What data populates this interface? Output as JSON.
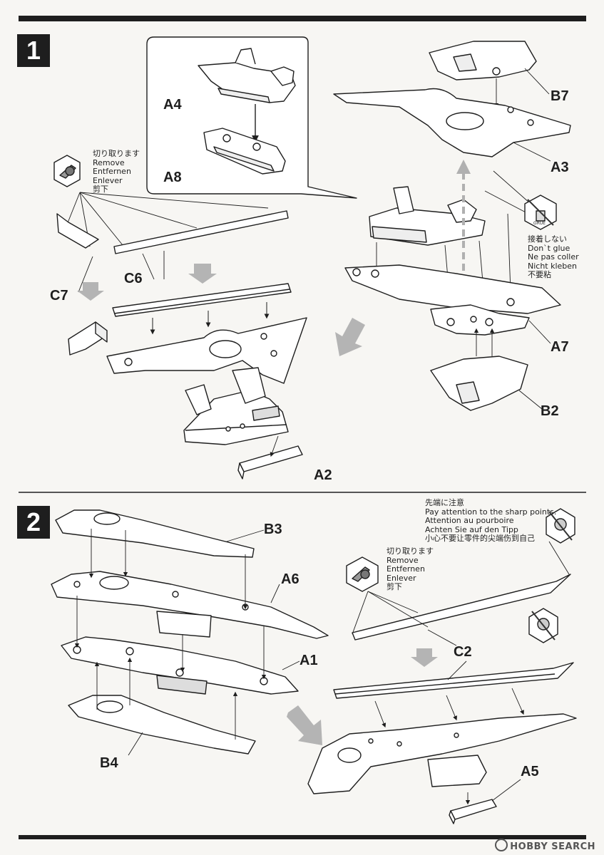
{
  "steps": [
    {
      "number": "1",
      "labels": {
        "a4": "A4",
        "a8": "A8",
        "b7": "B7",
        "a3": "A3",
        "a7": "A7",
        "b2": "B2",
        "a2": "A2",
        "c6": "C6",
        "c7": "C7"
      },
      "remove_note": [
        "切り取ります",
        "Remove",
        "Entfernen",
        "Enlever",
        "剪下"
      ],
      "noglue_note": [
        "接着しない",
        "Don`t glue",
        "Ne pas coller",
        "Nicht kleben",
        "不要粘"
      ],
      "noglue_icon_text": "GRUE"
    },
    {
      "number": "2",
      "labels": {
        "b3": "B3",
        "a6": "A6",
        "a1": "A1",
        "b4": "B4",
        "c2": "C2",
        "a5": "A5"
      },
      "remove_note": [
        "切り取ります",
        "Remove",
        "Entfernen",
        "Enlever",
        "剪下"
      ],
      "sharp_note": [
        "先端に注意",
        "Pay attention to the sharp points.",
        "Attention au pourboire",
        "Achten Sie auf den Tipp",
        "小心不要让零件的尖端伤到自己"
      ]
    }
  ],
  "watermark": "HOBBY SEARCH",
  "colors": {
    "ink": "#1e1e1e",
    "part_fill": "#ffffff",
    "arrow_gray": "#b4b4b4",
    "page": "#f7f6f3"
  },
  "icons": [
    "nipper-icon",
    "no-glue-icon",
    "sharp-point-warning-icon",
    "flow-arrow-icon"
  ]
}
